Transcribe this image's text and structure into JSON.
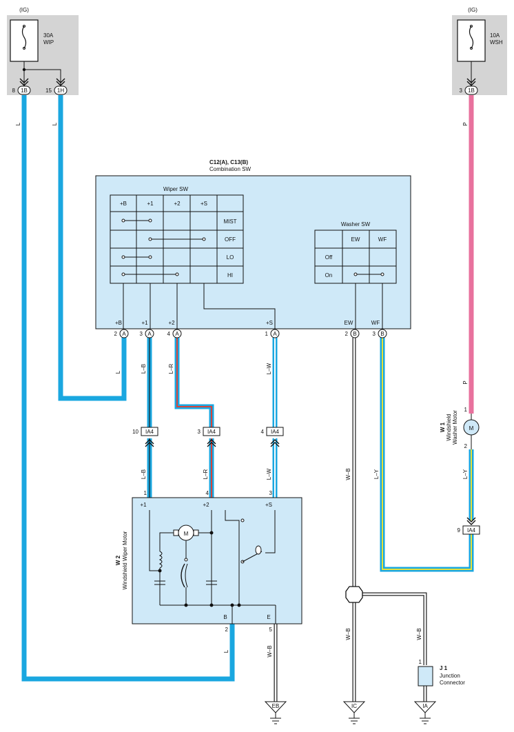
{
  "fuse_left": {
    "supply": "(IG)",
    "rating": "30A",
    "name": "WIP",
    "pin_a_num": "8",
    "pin_a_conn": "1B",
    "pin_b_num": "15",
    "pin_b_conn": "1H"
  },
  "fuse_right": {
    "supply": "(IG)",
    "rating": "10A",
    "name": "WSH",
    "pin_num": "3",
    "pin_conn": "1B"
  },
  "combination_sw": {
    "ref": "C12(A), C13(B)",
    "name": "Combination SW",
    "wiper_sw": {
      "title": "Wiper SW",
      "columns": [
        "+B",
        "+1",
        "+2",
        "+S"
      ],
      "rows": [
        "MIST",
        "OFF",
        "LO",
        "HI"
      ]
    },
    "washer_sw": {
      "title": "Washer SW",
      "columns": [
        "EW",
        "WF"
      ],
      "rows": [
        "Off",
        "On"
      ]
    },
    "terminals": [
      {
        "label": "+B",
        "num": "2",
        "conn": "A"
      },
      {
        "label": "+1",
        "num": "3",
        "conn": "A"
      },
      {
        "label": "+2",
        "num": "4",
        "conn": "A"
      },
      {
        "label": "+S",
        "num": "1",
        "conn": "A"
      },
      {
        "label": "EW",
        "num": "2",
        "conn": "B"
      },
      {
        "label": "WF",
        "num": "3",
        "conn": "B"
      }
    ]
  },
  "wires": {
    "l_left": "L",
    "l_mid": "L",
    "p_top": "P",
    "p_mid": "P",
    "lb_upper": "L–B",
    "lr_upper": "L–R",
    "lw_upper": "L–W",
    "lb_lower": "L–B",
    "lr_lower": "L–R",
    "lw_lower": "L–W",
    "wb_mid": "W–B",
    "ly_mid": "L–Y",
    "ly_right": "L–Y",
    "l_bottom": "L",
    "wb_eb": "W–B",
    "wb_ic": "W–B",
    "wb_ia": "W–B"
  },
  "ia4_connectors": [
    {
      "num": "10",
      "name": "IA4"
    },
    {
      "num": "3",
      "name": "IA4"
    },
    {
      "num": "4",
      "name": "IA4"
    },
    {
      "num": "9",
      "name": "IA4"
    }
  ],
  "wiper_motor": {
    "ref": "W 2",
    "name": "Windshield Wiper Motor",
    "motor_symbol": "M",
    "top_pins": [
      {
        "num": "1",
        "label": "+1"
      },
      {
        "num": "4",
        "label": "+2"
      },
      {
        "num": "3",
        "label": "+S"
      }
    ],
    "bottom_pins": [
      {
        "num": "2",
        "label": "B"
      },
      {
        "num": "5",
        "label": "E"
      }
    ]
  },
  "washer_motor": {
    "ref": "W 1",
    "line1": "Windshield",
    "line2": "Washer Motor",
    "motor_symbol": "M",
    "pin_top": "1",
    "pin_bottom": "2"
  },
  "junction": {
    "ref": "J 1",
    "line1": "Junction",
    "line2": "Connector",
    "pin": "1"
  },
  "grounds": [
    "EB",
    "IC",
    "IA"
  ],
  "colors": {
    "blue_wire": "#1aa7e0",
    "pink_wire": "#e8719d",
    "red_wire": "#d9443a",
    "yellow_wire": "#e8e23a",
    "panel_fill": "#cfe9f8",
    "fuse_bg": "#d4d4d4"
  }
}
